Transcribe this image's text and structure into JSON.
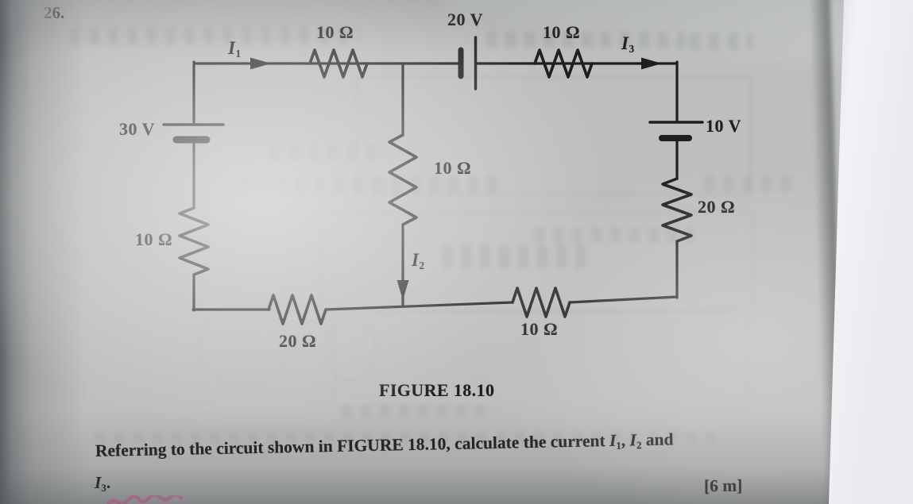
{
  "page": {
    "question_number": "26.",
    "figure_caption": "FIGURE 18.10",
    "marks": "[6 m]"
  },
  "question": {
    "pre": "Referring to the circuit shown in ",
    "figure_ref": "FIGURE 18.10",
    "mid": ", calculate the current ",
    "comma": ", ",
    "and_word": " and",
    "period": "."
  },
  "circuit": {
    "labels": {
      "battery_left": "30 V",
      "battery_top": "20 V",
      "battery_right": "10 V",
      "resistor_top_left": "10 Ω",
      "resistor_top_right": "10 Ω",
      "resistor_middle": "10 Ω",
      "resistor_left_branch": "10 Ω",
      "resistor_right_branch": "20 Ω",
      "resistor_bottom_left": "20 Ω",
      "resistor_bottom_right": "10 Ω",
      "i1": {
        "base": "I",
        "sub": "1"
      },
      "i2": {
        "base": "I",
        "sub": "2"
      },
      "i3": {
        "base": "I",
        "sub": "3"
      }
    },
    "stroke_color": "#1e1e20"
  },
  "colors": {
    "page_gray": "#bdbfbe",
    "page_highlight": "#d8d9d7",
    "left_edge_shadow": "#5f6366",
    "white_page": "#f1f0f4",
    "ink": "#1d1d1f",
    "pink_mark": "#e878b0"
  }
}
